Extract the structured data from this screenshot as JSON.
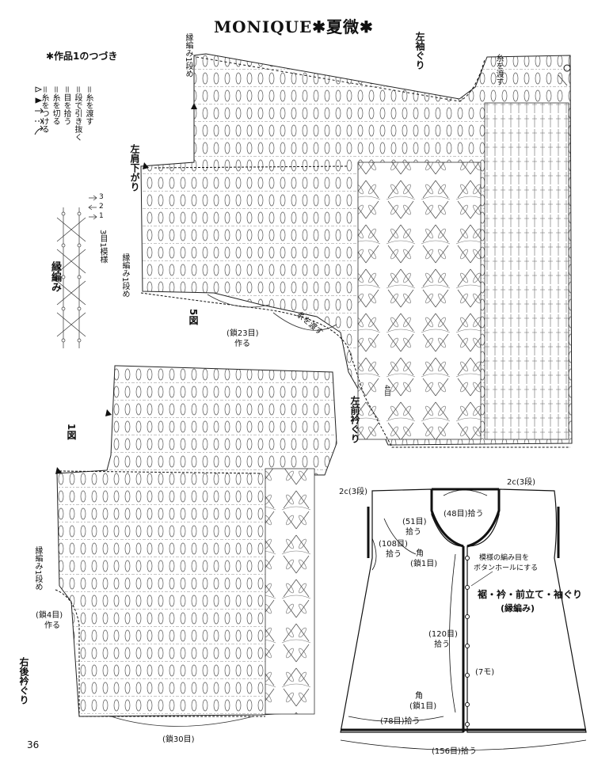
{
  "title": "MONIQUE✱夏微✱",
  "subtitle": "✱作品1のつづき",
  "legend": {
    "items": [
      {
        "symbol": "▷",
        "label": "＝糸をつける"
      },
      {
        "symbol": "◀",
        "label": "＝糸を切る"
      },
      {
        "symbol": "→",
        "label": "＝目を拾う"
      },
      {
        "symbol": "⇢",
        "label": "＝段で引き抜く"
      },
      {
        "symbol": "↗",
        "label": "＝糸を渡す"
      }
    ]
  },
  "stitch_chart": {
    "name": "縁編み",
    "repeat_label": "3目1模様",
    "row_numbers": [
      "3",
      "2",
      "1"
    ]
  },
  "figure5": {
    "label": "5図",
    "shoulder": "左肩下がり",
    "sleeve": "左袖ぐり",
    "front_neck": "左前衿ぐり",
    "border_row_top": "縁編み1段め",
    "border_row_left": "縁編み1段め",
    "carry_yarn_top": "糸を渡す",
    "carry_yarn_mid": "糸を渡す",
    "chain_count": "(鎖23目)",
    "make": "作る",
    "row_marker": "4目"
  },
  "figure1": {
    "label": "1図",
    "back_neck": "右後衿ぐり",
    "border_row": "縁編み1段め",
    "chain4": "(鎖4目)",
    "make": "作る",
    "chain30": "(鎖30目)"
  },
  "schematic": {
    "left_rows": "2c(3段)",
    "right_rows": "2c(3段)",
    "pick48": "(48目)拾う",
    "pick51": "(51目)",
    "pick51_suffix": "拾う",
    "pick108": "(108目)",
    "pick108_suffix": "拾う",
    "corner_top": "角",
    "corner_top_chain": "(鎖1目)",
    "buttonhole_note1": "模様の編み目を",
    "buttonhole_note2": "ボタンホールにする",
    "edging_title": "裾・衿・前立て・袖ぐり",
    "edging_sub": "(縁編み)",
    "pick120": "(120目)",
    "pick120_suffix": "拾う",
    "buttons": "(7モ)",
    "corner_bottom": "角",
    "corner_bottom_chain": "(鎖1目)",
    "pick78": "(78目)拾う",
    "pick156": "(156目)拾う"
  },
  "page_number": "36"
}
